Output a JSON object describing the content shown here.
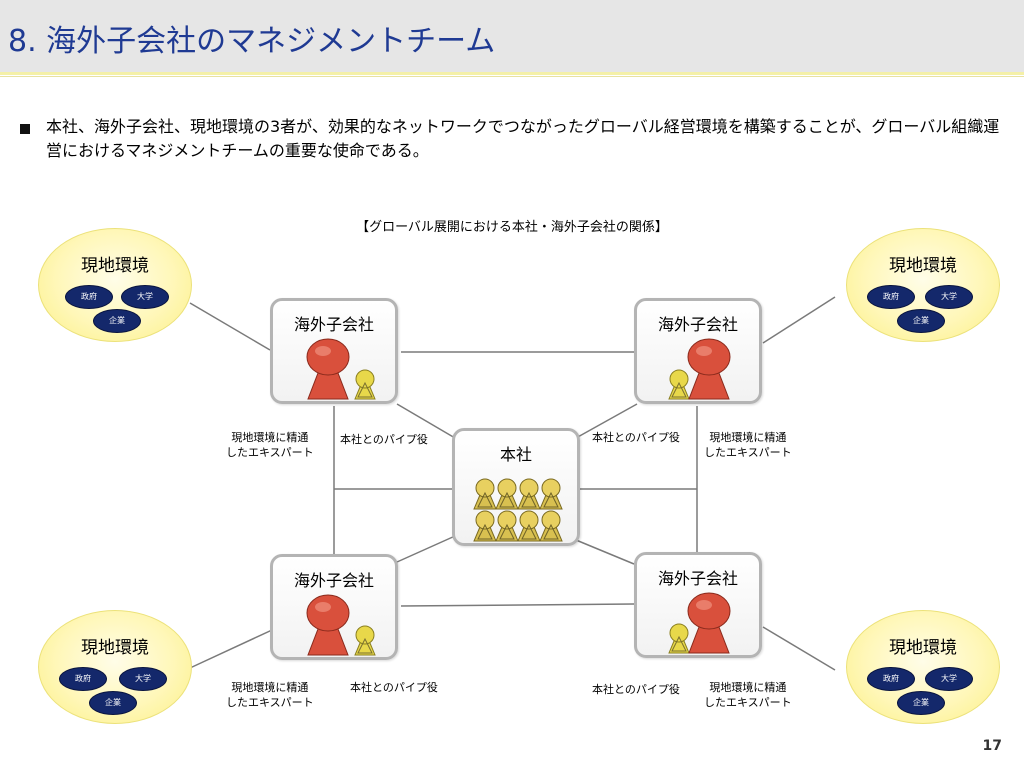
{
  "slide": {
    "title": "8.  海外子会社のマネジメントチーム",
    "body": "本社、海外子会社、現地環境の3者が、効果的なネットワークでつながったグローバル経営環境を構築することが、グローバル組織運営におけるマネジメントチームの重要な使命である。",
    "page_number": "17"
  },
  "diagram": {
    "title": "【グローバル展開における本社・海外子会社の関係】",
    "headquarters_label": "本社",
    "subsidiary_label": "海外子会社",
    "environment": {
      "label": "現地環境",
      "government": "政府",
      "university": "大学",
      "company": "企業"
    },
    "expert_label_line1": "現地環境に精通",
    "expert_label_line2": "したエキスパート",
    "pipe_label": "本社とのパイプ役"
  },
  "colors": {
    "title_text": "#1f3a93",
    "title_bar": "#e6e6e6",
    "environment_fill": "#fff7b8",
    "pill_fill": "#14286b",
    "manager_figure": "#d9503c",
    "staff_figure": "#e8d84a"
  },
  "icons": [
    "large-manager-figure",
    "small-staff-figure",
    "square-bullet"
  ]
}
